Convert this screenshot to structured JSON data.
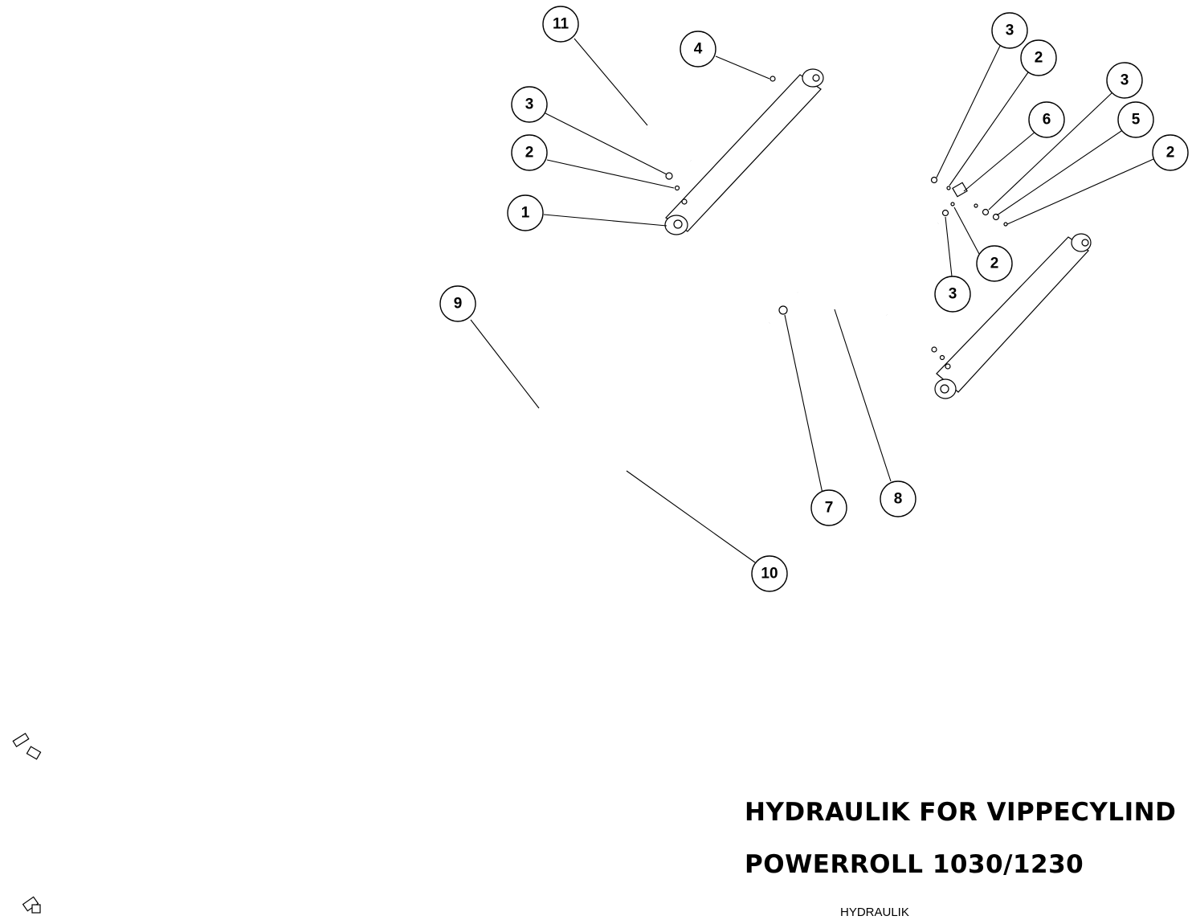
{
  "title_line1": "HYDRAULIK FOR VIPPECYLIND",
  "title_line2": "POWERROLL 1030/1230",
  "section_label": "HYDRAULIK",
  "callouts": [
    "11",
    "4",
    "3",
    "2",
    "1",
    "3",
    "2",
    "6",
    "3",
    "5",
    "2",
    "2",
    "3",
    "9",
    "7",
    "8",
    "10"
  ]
}
